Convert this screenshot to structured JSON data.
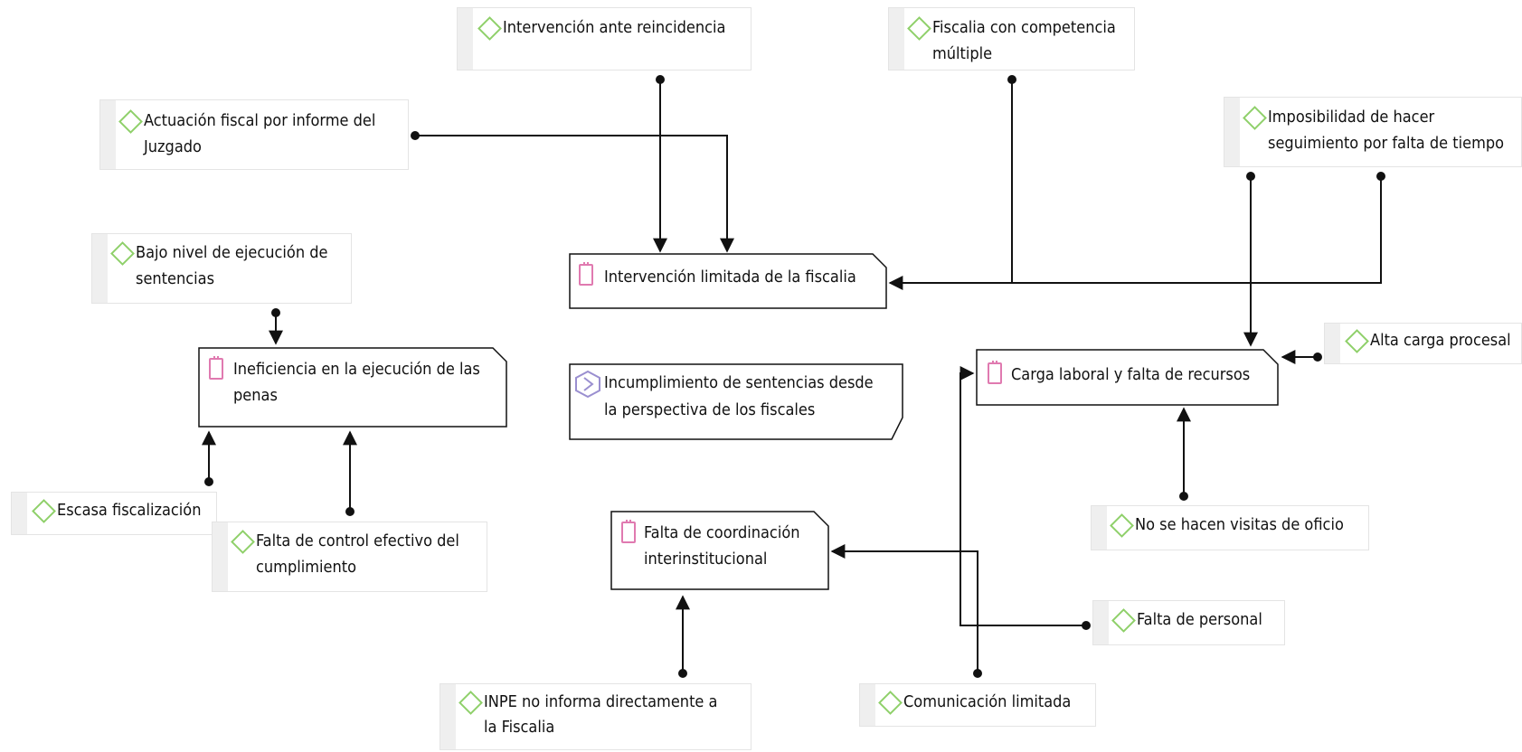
{
  "diagram": {
    "title_node": {
      "label": "Incumplimiento de sentencias desde la perspectiva de los fiscales",
      "lines": [
        "Incumplimiento de sentencias desde",
        "la perspectiva de los fiscales"
      ]
    },
    "categories": {
      "intervencion": {
        "label": "Intervención limitada de la fiscalia"
      },
      "ineficiencia": {
        "lines": [
          "Ineficiencia en la ejecución de las",
          "penas"
        ]
      },
      "carga": {
        "label": "Carga laboral y falta de recursos"
      },
      "coordinacion": {
        "lines": [
          "Falta de coordinación",
          "interinstitucional"
        ]
      }
    },
    "codes": {
      "reincidencia": {
        "lines": [
          "Intervención ante reincidencia"
        ]
      },
      "competencia": {
        "lines": [
          "Fiscalia con competencia",
          "múltiple"
        ]
      },
      "actuacion": {
        "lines": [
          "Actuación fiscal por informe del",
          "Juzgado"
        ]
      },
      "imposibilidad": {
        "lines": [
          "Imposibilidad de hacer",
          "seguimiento por falta de tiempo"
        ]
      },
      "bajo_nivel": {
        "lines": [
          "Bajo nivel de ejecución de",
          "sentencias"
        ]
      },
      "alta_carga": {
        "lines": [
          "Alta carga procesal"
        ]
      },
      "escasa": {
        "lines": [
          "Escasa fiscalización"
        ]
      },
      "falta_control": {
        "lines": [
          "Falta de control efectivo del",
          "cumplimiento"
        ]
      },
      "visitas": {
        "lines": [
          "No se hacen visitas de oficio"
        ]
      },
      "personal": {
        "lines": [
          "Falta de personal"
        ]
      },
      "inpe": {
        "lines": [
          "INPE  no informa directamente a",
          "la Fiscalia"
        ]
      },
      "comunicacion": {
        "lines": [
          "Comunicación limitada"
        ]
      }
    },
    "colors": {
      "code_icon": "#8fd06a",
      "category_icon": "#e07ab0",
      "theme_icon": "#9a8fd0",
      "line": "#111111"
    }
  }
}
